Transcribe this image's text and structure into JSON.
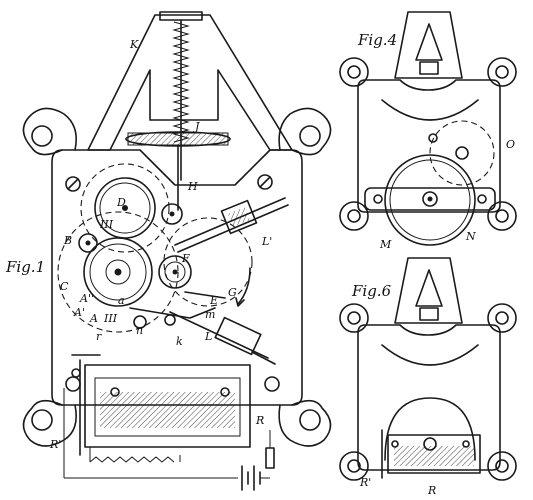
{
  "figures": {
    "fig1": "Fig.1",
    "fig4": "Fig.4",
    "fig6": "Fig.6"
  },
  "labels": {
    "K": "K",
    "J": "J",
    "H": "H",
    "D": "D",
    "III_top": "III",
    "B": "B",
    "C": "C",
    "A_double_prime": "A''",
    "A_prime": "A'",
    "A": "A",
    "III_bottom": "III",
    "a": "a",
    "n": "n",
    "k": "k",
    "r": "r",
    "m": "m",
    "E": "E",
    "L": "L",
    "G": "G",
    "F": "F",
    "L_prime": "L'",
    "R_prime_fig1": "R'",
    "R_fig1": "R",
    "O": "O",
    "M": "M",
    "N": "N",
    "R_prime_fig6": "R'",
    "R_fig6": "R"
  }
}
